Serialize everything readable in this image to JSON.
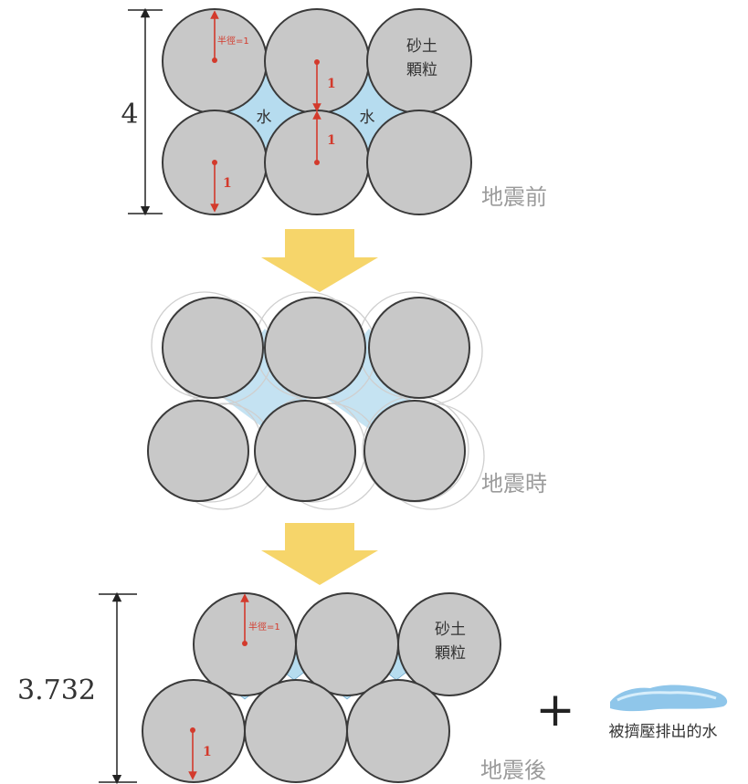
{
  "stages": {
    "before": {
      "label": "地震前",
      "height_label": "4",
      "grain_label_line1": "砂土",
      "grain_label_line2": "顆粒",
      "water_label_left": "水",
      "water_label_right": "水",
      "radius_label": "半徑=1",
      "unit_label_a": "1",
      "unit_label_b": "1",
      "unit_label_c": "1"
    },
    "during": {
      "label": "地震時"
    },
    "after": {
      "label": "地震後",
      "height_label": "3.732",
      "grain_label_line1": "砂土",
      "grain_label_line2": "顆粒",
      "radius_label": "半徑=1",
      "unit_label": "1",
      "plus_sign": "+",
      "squeezed_water_label": "被擠壓排出的水"
    }
  },
  "colors": {
    "grain_fill": "#c8c8c8",
    "grain_stroke": "#3a3a3a",
    "water_fill": "#b6dcef",
    "arrow_fill": "#f6d56a",
    "marker_red": "#d33a2c",
    "stage_label": "#9b9b9b"
  }
}
